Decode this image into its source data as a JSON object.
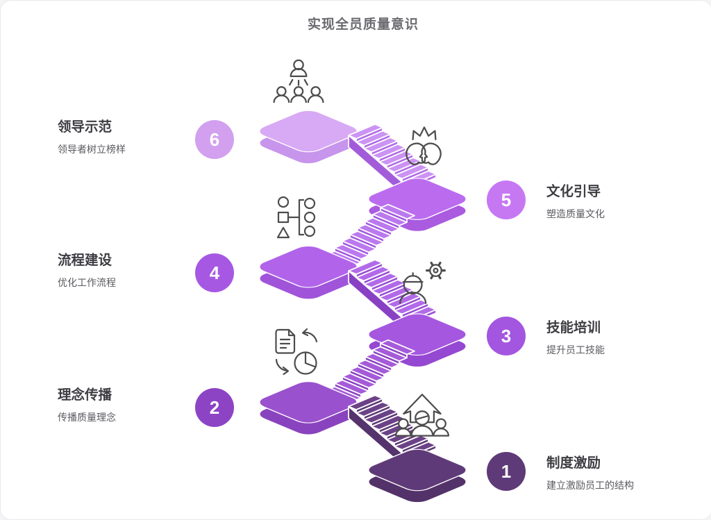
{
  "title": "实现全员质量意识",
  "colors": {
    "background": "#ffffff",
    "title_text": "#6a6a70",
    "step_title_text": "#3d3d42",
    "subtitle_text": "#5a5a60",
    "icon_stroke": "#4c4c4c",
    "outline": "#ffffff"
  },
  "steps": [
    {
      "num": "6",
      "side": "left",
      "title": "领导示范",
      "subtitle": "领导者树立榜样",
      "circle_color": "#d2a0ef",
      "icon": "leader-team-icon"
    },
    {
      "num": "5",
      "side": "right",
      "title": "文化引导",
      "subtitle": "塑造质量文化",
      "circle_color": "#c678f3",
      "icon": "culture-discussion-icon"
    },
    {
      "num": "4",
      "side": "left",
      "title": "流程建设",
      "subtitle": "优化工作流程",
      "circle_color": "#a658e2",
      "icon": "process-shapes-icon"
    },
    {
      "num": "3",
      "side": "right",
      "title": "技能培训",
      "subtitle": "提升员工技能",
      "circle_color": "#a356df",
      "icon": "engineer-gear-icon"
    },
    {
      "num": "2",
      "side": "left",
      "title": "理念传播",
      "subtitle": "传播质量理念",
      "circle_color": "#8d44c4",
      "icon": "document-chart-icon"
    },
    {
      "num": "1",
      "side": "right",
      "title": "制度激励",
      "subtitle": "建立激励员工的结构",
      "circle_color": "#5e3a78",
      "icon": "growth-people-icon"
    }
  ],
  "staircase": {
    "platforms": [
      {
        "step": "6",
        "top": "#d8a9f4",
        "side": "#c795ec"
      },
      {
        "step": "5",
        "top": "#bb6cee",
        "side": "#aa5be0"
      },
      {
        "step": "4",
        "top": "#b164e9",
        "side": "#a054da"
      },
      {
        "step": "3",
        "top": "#a557e0",
        "side": "#9548d1"
      },
      {
        "step": "2",
        "top": "#9a51cd",
        "side": "#8a43be"
      },
      {
        "step": "1",
        "top": "#5f3a78",
        "side": "#53326a"
      }
    ],
    "flights": [
      {
        "from": "6",
        "to": "5",
        "tread": "#cb93f3",
        "riser": "#b06ae6",
        "band": "#a35cd9"
      },
      {
        "from": "5",
        "to": "4",
        "tread": "#bb79ee",
        "riser": "#a158dd",
        "band": "#9349cd"
      },
      {
        "from": "4",
        "to": "3",
        "tread": "#b26ae9",
        "riser": "#984ed4",
        "band": "#8941c3"
      },
      {
        "from": "3",
        "to": "2",
        "tread": "#a55bd9",
        "riser": "#8b43c0",
        "band": "#7c37ac"
      },
      {
        "from": "2",
        "to": "1",
        "tread": "#6b4287",
        "riser": "#5d3a74",
        "band": "#55336c"
      }
    ]
  }
}
